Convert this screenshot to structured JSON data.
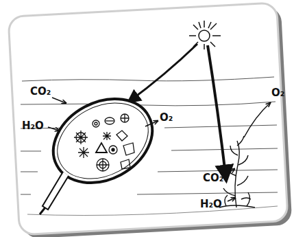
{
  "diagram": {
    "labels": [
      "CO₂",
      "H₂O",
      "O₂",
      "O₂",
      "CO₂",
      "H₂O"
    ]
  }
}
